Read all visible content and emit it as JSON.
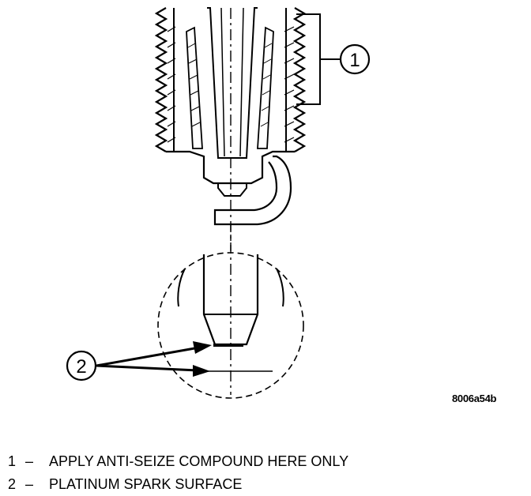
{
  "callouts": [
    {
      "number": "1"
    },
    {
      "number": "2"
    }
  ],
  "figure_code": "8006a54b",
  "legend": [
    {
      "number": "1",
      "separator": "–",
      "text": "APPLY ANTI-SEIZE COMPOUND HERE ONLY"
    },
    {
      "number": "2",
      "separator": "–",
      "text": "PLATINUM SPARK SURFACE"
    }
  ]
}
